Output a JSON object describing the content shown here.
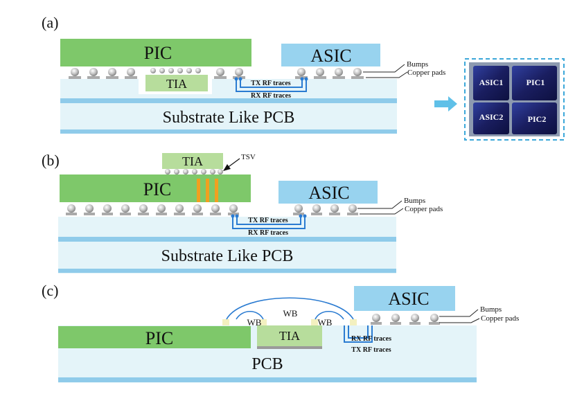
{
  "panels": {
    "a": {
      "label": "(a)",
      "pic": "PIC",
      "asic": "ASIC",
      "tia": "TIA",
      "tx": "TX RF traces",
      "rx": "RX RF traces",
      "substrate": "Substrate Like PCB",
      "bumps": "Bumps",
      "pads": "Copper pads"
    },
    "b": {
      "label": "(b)",
      "pic": "PIC",
      "asic": "ASIC",
      "tia": "TIA",
      "tsv": "TSV",
      "tx": "TX RF traces",
      "rx": "RX RF traces",
      "substrate": "Substrate Like PCB",
      "bumps": "Bumps",
      "pads": "Copper pads"
    },
    "c": {
      "label": "(c)",
      "pic": "PIC",
      "asic": "ASIC",
      "tia": "TIA",
      "wb_top": "WB",
      "wb_left": "WB",
      "wb_right": "WB",
      "rx": "RX RF traces",
      "tx": "TX RF traces",
      "pcb": "PCB",
      "bumps": "Bumps",
      "pads": "Copper pads"
    }
  },
  "photo": {
    "asic1": "ASIC1",
    "pic1": "PIC1",
    "asic2": "ASIC2",
    "pic2": "PIC2"
  },
  "colors": {
    "pic": "#7ec86a",
    "asic": "#98d3ef",
    "tia": "#b7dd9c",
    "substrate": "#e4f4f9",
    "stripe": "#8fcbea",
    "trace": "#2a7bd1",
    "arrow": "#5fc0e8",
    "tsv": "#f0a020"
  }
}
